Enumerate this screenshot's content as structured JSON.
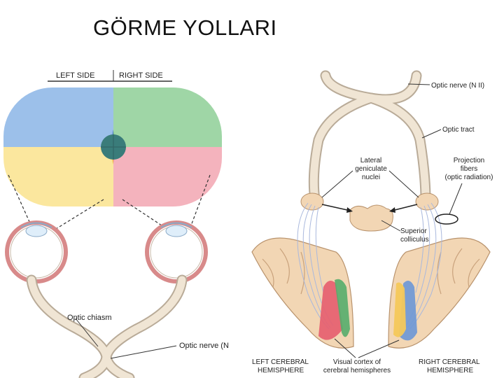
{
  "slide": {
    "title": "GÖRME YOLLARI"
  },
  "left_panel": {
    "left_side": "LEFT SIDE",
    "right_side": "RIGHT SIDE",
    "optic_chiasm": "Optic chiasm",
    "optic_nerve": "Optic nerve (N"
  },
  "right_panel": {
    "optic_nerve": "Optic nerve (N II)",
    "optic_tract": "Optic tract",
    "lateral_geniculate": [
      "Lateral",
      "geniculate",
      "nuclei"
    ],
    "projection_fibers": [
      "Projection",
      "fibers",
      "(optic radiation)"
    ],
    "superior_colliculus": [
      "Superior",
      "colliculus"
    ],
    "left_hemisphere": [
      "LEFT CEREBRAL",
      "HEMISPHERE"
    ],
    "visual_cortex": [
      "Visual cortex of",
      "cerebral hemispheres"
    ],
    "right_hemisphere": [
      "RIGHT CEREBRAL",
      "HEMISPHERE"
    ]
  },
  "colors": {
    "left_upper": "#7fa9de",
    "right_upper": "#6dbb7f",
    "left_lower": "#f7dd7c",
    "right_lower": "#ef8e9e",
    "brain_tissue": "#f2d6b4",
    "optic_fiber": "#f0e5d4"
  }
}
